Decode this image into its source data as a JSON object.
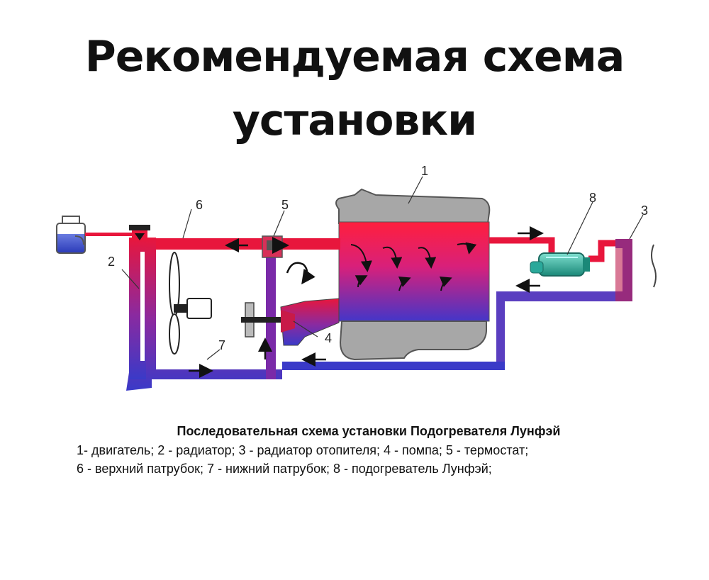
{
  "title": {
    "line1": "Рекомендуемая схема",
    "line2": "установки"
  },
  "labels": {
    "l1": "1",
    "l2": "2",
    "l3": "3",
    "l4": "4",
    "l5": "5",
    "l6": "6",
    "l7": "7",
    "l8": "8"
  },
  "caption": {
    "heading": "Последовательная схема установки Подогревателя Лунфэй",
    "line1": "1- двигатель; 2 - радиатор; 3 - радиатор отопителя; 4 - помпа; 5 - термостат;",
    "line2": "6 - верхний патрубок; 7 - нижний патрубок; 8 - подогреватель Лунфэй;"
  },
  "colors": {
    "hot": "#e8163c",
    "cold": "#3a3ac8",
    "engine": "#9a9a9a",
    "heater": "#2aa89a"
  }
}
